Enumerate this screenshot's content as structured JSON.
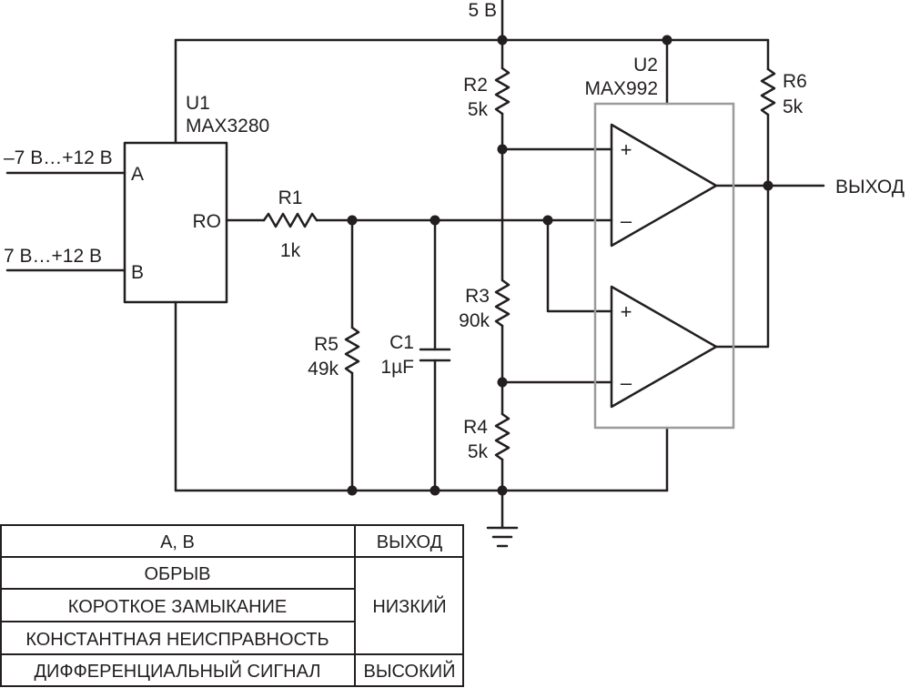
{
  "supply": {
    "label": "5 В"
  },
  "u1": {
    "ref": "U1",
    "part": "MAX3280",
    "pin_a": "A",
    "pin_b": "B",
    "pin_ro": "RO"
  },
  "inputs": {
    "a_range": "–7 В…+12 В",
    "b_range": "7 В…+12 В"
  },
  "u2": {
    "ref": "U2",
    "part": "MAX992"
  },
  "opamp_top": {
    "plus": "+",
    "minus": "–"
  },
  "opamp_bottom": {
    "plus": "+",
    "minus": "–"
  },
  "r1": {
    "ref": "R1",
    "value": "1k"
  },
  "r2": {
    "ref": "R2",
    "value": "5k"
  },
  "r3": {
    "ref": "R3",
    "value": "90k"
  },
  "r4": {
    "ref": "R4",
    "value": "5k"
  },
  "r5": {
    "ref": "R5",
    "value": "49k"
  },
  "r6": {
    "ref": "R6",
    "value": "5k"
  },
  "c1": {
    "ref": "C1",
    "value": "1µF"
  },
  "output": {
    "label": "ВЫХОД"
  },
  "truth_table": {
    "header_ab": "A, B",
    "header_out": "ВЫХОД",
    "row1": "ОБРЫВ",
    "row2": "КОРОТКОЕ ЗАМЫКАНИЕ",
    "row3": "КОНСТАНТНАЯ НЕИСПРАВНОСТЬ",
    "low": "НИЗКИЙ",
    "row4": "ДИФФЕРЕНЦИАЛЬНЫЙ СИГНАЛ",
    "high": "ВЫСОКИЙ"
  }
}
